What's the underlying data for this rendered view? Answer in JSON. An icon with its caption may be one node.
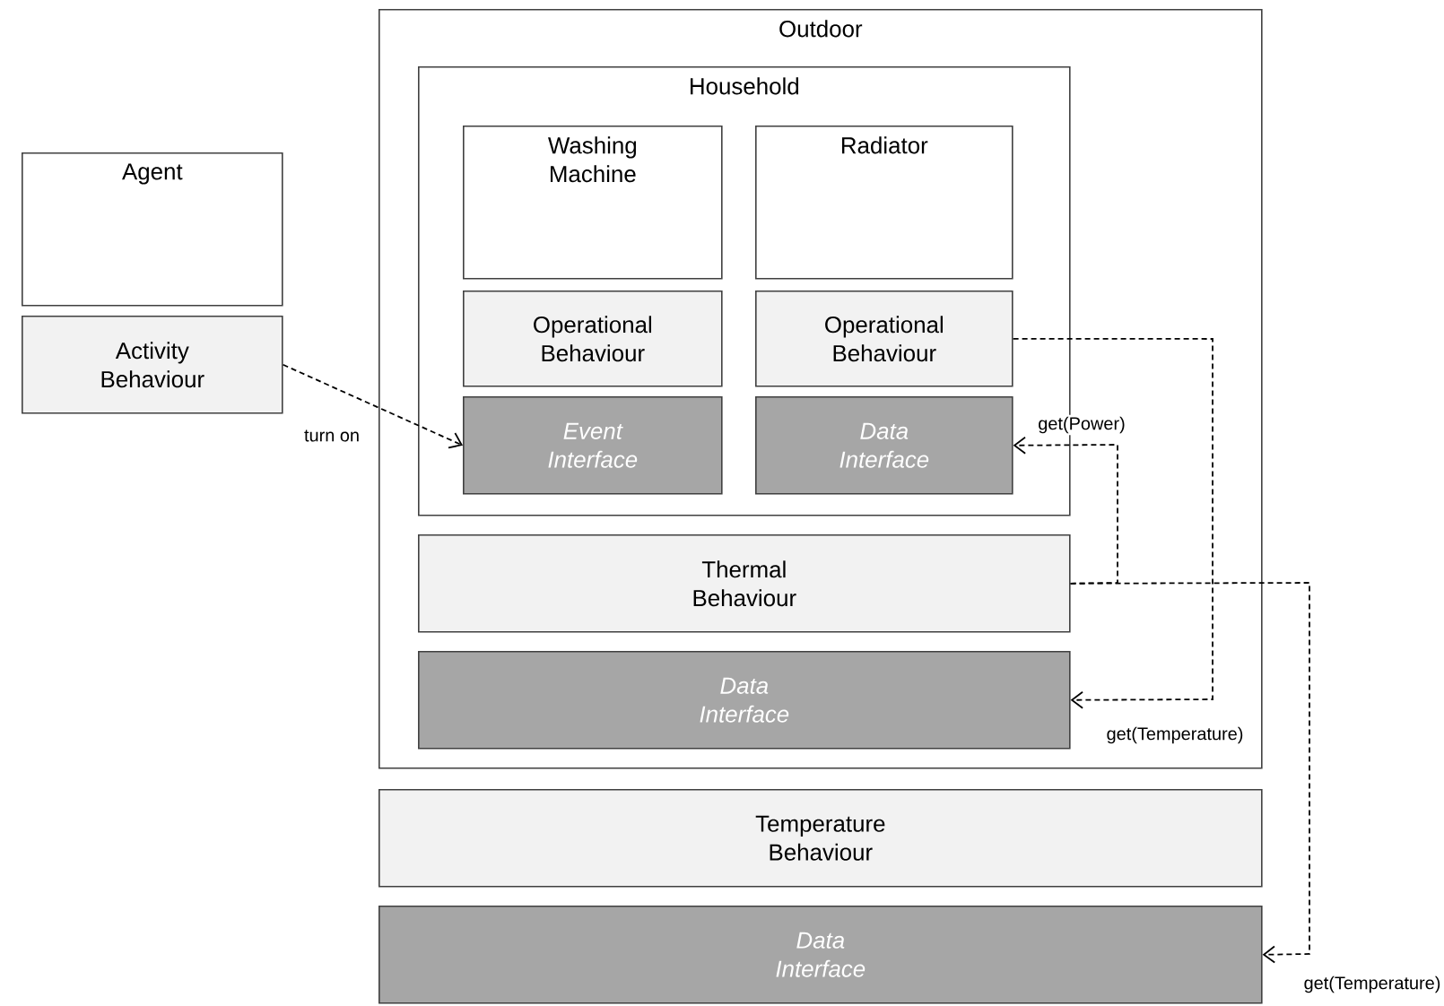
{
  "diagram": {
    "nodes": [
      {
        "text": [
          "Outdoor"
        ]
      },
      {
        "text": [
          "Household"
        ],
        "in": 0
      },
      {
        "text": [
          "Washing Machine"
        ],
        "in": 1
      },
      {
        "text": [
          "Radiator"
        ],
        "in": 1
      },
      {
        "text": [
          "Operational Behaviour"
        ],
        "in": 1
      },
      {
        "text": [
          "Operational Behaviour"
        ],
        "in": 1
      },
      {
        "text": [
          "Event Interface"
        ],
        "in": 1
      },
      {
        "text": [
          "Data Interface"
        ],
        "in": 1
      },
      {
        "text": [
          "Thermal Behaviour"
        ],
        "in": 0
      },
      {
        "text": [
          "Data Interface"
        ],
        "in": 0
      },
      {
        "text": [
          "Agent"
        ]
      },
      {
        "text": [
          "Activity Behaviour"
        ]
      },
      {
        "text": [
          "Temperature Behaviour"
        ]
      },
      {
        "text": [
          "Data Interface"
        ]
      }
    ],
    "edges": [
      {
        "from": 11,
        "to": 6,
        "arrow": "to",
        "style": "dashed",
        "label": "turn on"
      },
      {
        "from": 5,
        "to": 9,
        "arrow": "to",
        "style": "dashed",
        "label": "get(Temperature)"
      },
      {
        "from": 8,
        "to": 7,
        "arrow": "to",
        "style": "dashed",
        "label": "get(Power)"
      },
      {
        "from": 8,
        "to": 13,
        "arrow": "to",
        "style": "dashed",
        "label": "get(Temperature)"
      }
    ]
  }
}
